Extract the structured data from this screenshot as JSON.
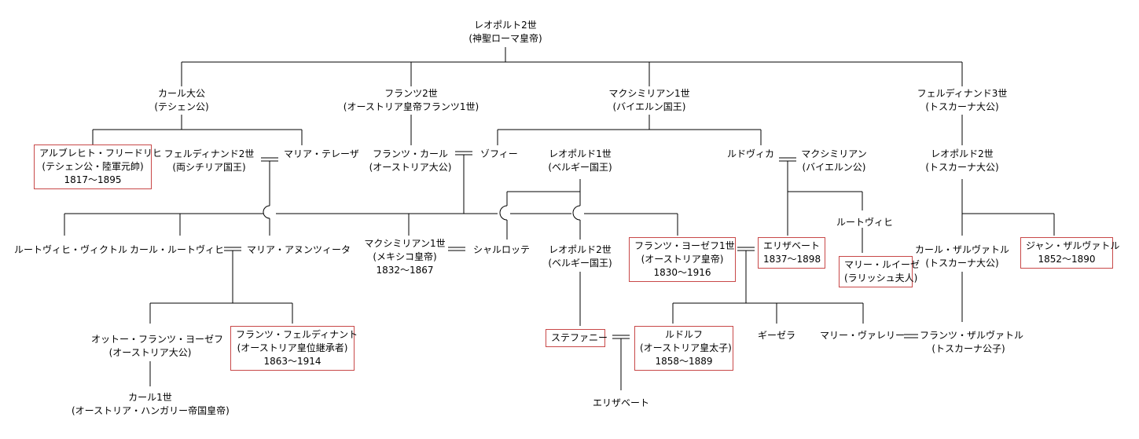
{
  "people": {
    "leopold2": [
      "レオポルト2世",
      "(神聖ローマ皇帝)"
    ],
    "karl": [
      "カール大公",
      "(テシェン公)"
    ],
    "franz2": [
      "フランツ2世",
      "(オーストリア皇帝フランツ1世)"
    ],
    "max1": [
      "マクシミリアン1世",
      "(バイエルン国王)"
    ],
    "ferd3": [
      "フェルディナンド3世",
      "(トスカーナ大公)"
    ],
    "albrecht": [
      "アルブレヒト・フリードリヒ",
      "(テシェン公・陸軍元帥)",
      "1817〜1895"
    ],
    "ferd2": [
      "フェルディナンド2世",
      "(両シチリア国王)"
    ],
    "maria_theresa": [
      "マリア・テレーザ"
    ],
    "franz_karl": [
      "フランツ・カール",
      "(オーストリア大公)"
    ],
    "sophie": [
      "ゾフィー"
    ],
    "leopold1": [
      "レオポルド1世",
      "(ベルギー国王)"
    ],
    "ludovika": [
      "ルドヴィカ"
    ],
    "max_bav": [
      "マクシミリアン",
      "(バイエルン公)"
    ],
    "leopold2_tus": [
      "レオポルド2世",
      "(トスカーナ大公)"
    ],
    "ludwig_viktor": [
      "ルートヴィヒ・ヴィクトル"
    ],
    "karl_ludwig": [
      "カール・ルートヴィヒ"
    ],
    "maria_annunziata": [
      "マリア・アヌンツィータ"
    ],
    "max_mex": [
      "マクシミリアン1世",
      "(メキシコ皇帝)",
      "1832〜1867"
    ],
    "charlotte": [
      "シャルロッテ"
    ],
    "leopold2_bel": [
      "レオポルド2世",
      "(ベルギー国王)"
    ],
    "franz_joseph": [
      "フランツ・ヨーゼフ1世",
      "(オーストリア皇帝)",
      "1830〜1916"
    ],
    "elisabeth": [
      "エリザベート",
      "1837〜1898"
    ],
    "ludwig": [
      "ルートヴィヒ"
    ],
    "marie_louise": [
      "マリー・ルイーゼ",
      "(ラリッシュ夫人)"
    ],
    "karl_salvator": [
      "カール・ザルヴァトル",
      "(トスカーナ大公)"
    ],
    "johann_salvator": [
      "ジャン・ザルヴァトル",
      "1852〜1890"
    ],
    "otto": [
      "オットー・フランツ・ヨーゼフ",
      "(オーストリア大公)"
    ],
    "franz_ferdinand": [
      "フランツ・フェルディナント",
      "(オーストリア皇位継承者)",
      "1863〜1914"
    ],
    "stephanie": [
      "ステファニー"
    ],
    "rudolf": [
      "ルドルフ",
      "(オーストリア皇太子)",
      "1858〜1889"
    ],
    "gisela": [
      "ギーゼラ"
    ],
    "marie_valerie": [
      "マリー・ヴァレリー"
    ],
    "franz_salvator": [
      "フランツ・ザルヴァトル",
      "(トスカーナ公子)"
    ],
    "karl1": [
      "カール1世",
      "(オーストリア・ハンガリー帝国皇帝)"
    ],
    "elisabeth2": [
      "エリザベート"
    ]
  },
  "colors": {
    "highlight_border": "#c84848",
    "line": "#000000"
  }
}
